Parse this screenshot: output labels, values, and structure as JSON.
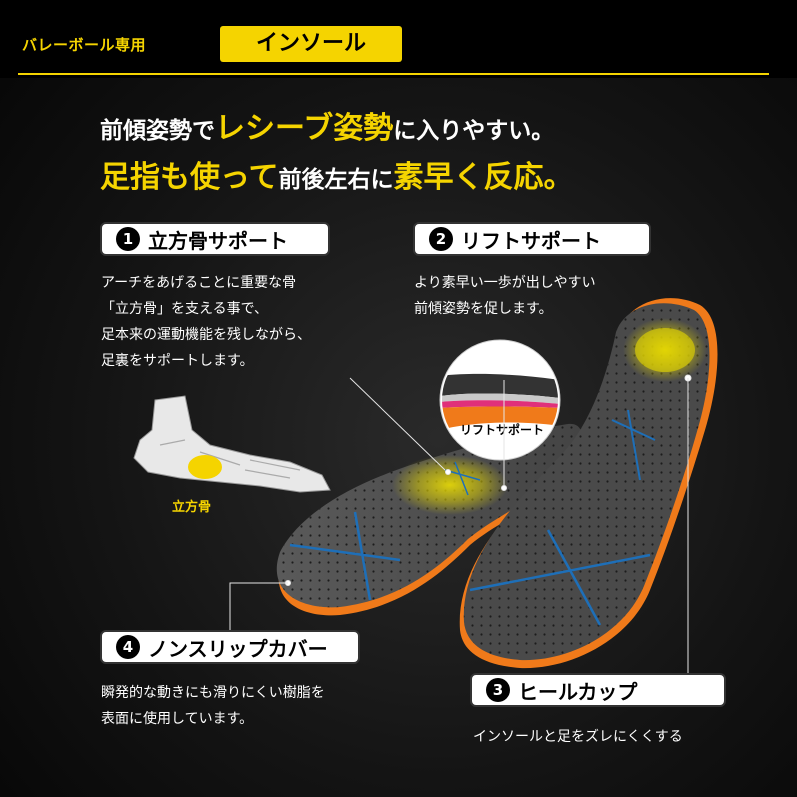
{
  "header": {
    "category": "バレーボール専用",
    "badge": "インソール"
  },
  "headline": {
    "line1": {
      "a": "前傾姿勢で",
      "b": "レシーブ姿勢",
      "c": "に入りやすい。"
    },
    "line2": {
      "a": "足指も使って",
      "b": "前後左右に",
      "c": "素早く反応。"
    }
  },
  "features": [
    {
      "num": "1",
      "title": "立方骨サポート",
      "desc": [
        "アーチをあげることに重要な骨",
        "「立方骨」を支える事で、",
        "足本来の運動機能を残しながら、",
        "足裏をサポートします。"
      ]
    },
    {
      "num": "2",
      "title": "リフトサポート",
      "desc": [
        "より素早い一歩が出しやすい",
        "前傾姿勢を促します。"
      ]
    },
    {
      "num": "3",
      "title": "ヒールカップ",
      "desc": [
        "インソールと足をズレにくくする"
      ]
    },
    {
      "num": "4",
      "title": "ノンスリップカバー",
      "desc": [
        "瞬発的な動きにも滑りにくい樹脂を",
        "表面に使用しています。"
      ]
    }
  ],
  "annotations": {
    "bone_label": "立方骨",
    "lift_label": "リフトサポート"
  },
  "colors": {
    "accent": "#f5d400",
    "background": "#0c0c0c",
    "insole_blue": "#1e6fb8",
    "insole_orange": "#f07a1a"
  }
}
